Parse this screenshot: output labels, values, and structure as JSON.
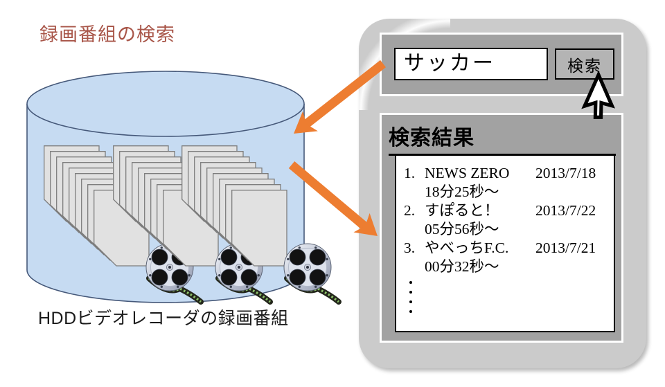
{
  "page_title": "録画番組の検索",
  "hdd": {
    "caption": "HDDビデオレコーダの録画番組",
    "stack_count": 3,
    "files_per_stack": 9,
    "file_icon": "film-reel-icon"
  },
  "panel": {
    "search": {
      "query": "サッカー",
      "button": "検索"
    },
    "results": {
      "heading": "検索結果",
      "items": [
        {
          "no": "1.",
          "title": "NEWS ZERO",
          "date": "2013/7/18",
          "time": "18分25秒～"
        },
        {
          "no": "2.",
          "title": "すぽると！",
          "date": "2013/7/22",
          "time": "05分56秒～"
        },
        {
          "no": "3.",
          "title": "やべっちF.C.",
          "date": "2013/7/21",
          "time": "00分32秒～"
        }
      ],
      "ellipsis_dots": 4
    }
  },
  "colors": {
    "accent_orange": "#ED7D31",
    "title_red": "#A85548",
    "cylinder_fill": "#C6DBF2",
    "cylinder_stroke": "#46597A",
    "panel_bg": "#CBCBCB",
    "panel_inner_bg": "#A2A2A2",
    "button_bg": "#B4B4B4"
  }
}
